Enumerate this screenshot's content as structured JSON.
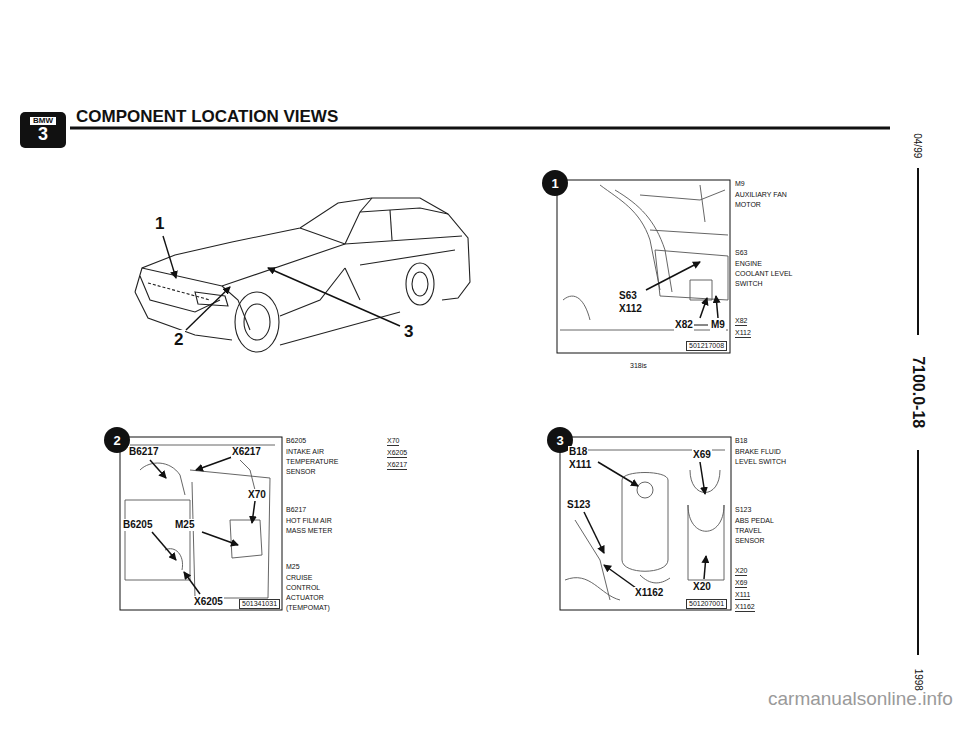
{
  "diagram": {
    "title": "COMPONENT LOCATION VIEWS",
    "nodes": [
      {
        "text": [
          "BMW",
          "3"
        ]
      },
      {
        "text": [
          "1"
        ]
      },
      {
        "text": [
          "2"
        ]
      },
      {
        "text": [
          "3"
        ]
      }
    ],
    "labels": [
      "1",
      "2",
      "3",
      "S63",
      "X112",
      "X82",
      "M9",
      "501217008",
      "M9",
      "AUXILIARY FAN MOTOR",
      "S63",
      "ENGINE COOLANT LEVEL SWITCH",
      "X82",
      "X112",
      "318is",
      "B6217",
      "X6217",
      "X70",
      "B6205",
      "M25",
      "X6205",
      "501341031",
      "B6205",
      "INTAKE AIR TEMPERATURE SENSOR",
      "B6217",
      "HOT FILM AIR MASS METER",
      "M25",
      "CRUISE CONTROL ACTUATOR (TEMPOMAT)",
      "X70",
      "X6205",
      "X6217",
      "B18",
      "X111",
      "X69",
      "S123",
      "X1162",
      "X20",
      "501207001",
      "B18",
      "BRAKE FLUID LEVEL SWITCH",
      "S123",
      "ABS PEDAL TRAVEL SENSOR",
      "X20",
      "X69",
      "X111",
      "X1162",
      "04/99",
      "7100.0-18",
      "1998",
      "carmanualsonline.info"
    ]
  }
}
